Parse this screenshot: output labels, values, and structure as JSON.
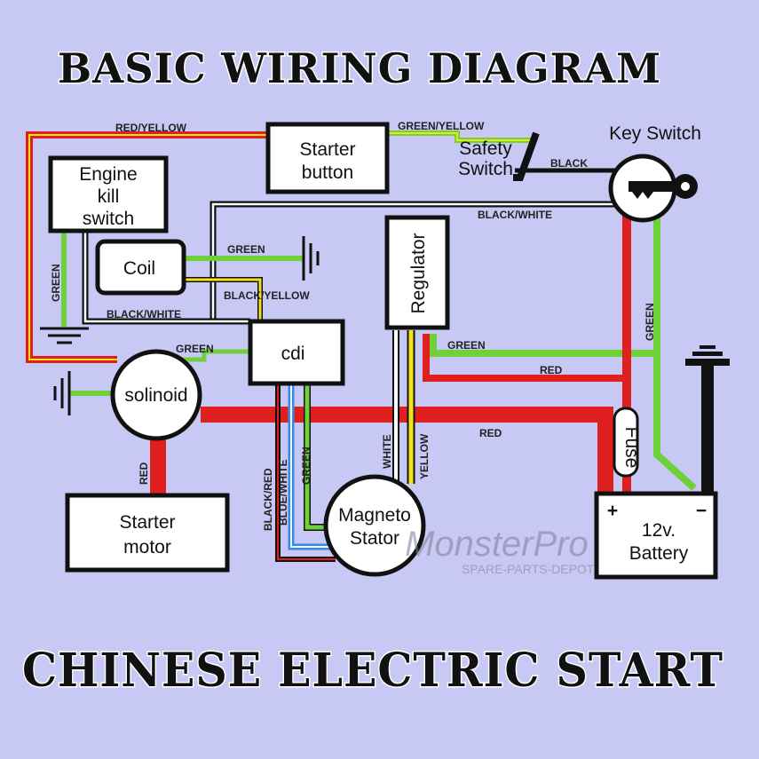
{
  "titles": {
    "top": "BASIC WIRING DIAGRAM",
    "bottom": "CHINESE ELECTRIC START"
  },
  "components": {
    "starter_button": [
      "Starter",
      "button"
    ],
    "engine_kill_switch": [
      "Engine",
      "kill",
      "switch"
    ],
    "coil": "Coil",
    "cdi": "cdi",
    "regulator": "Regulator",
    "solenoid": "solinoid",
    "starter_motor": [
      "Starter",
      "motor"
    ],
    "magneto_stator": [
      "Magneto",
      "Stator"
    ],
    "battery": [
      "12v.",
      "Battery"
    ],
    "battery_plus": "+",
    "battery_minus": "−",
    "fuse": "Fuse",
    "key_switch": "Key Switch",
    "safety_switch": [
      "Safety",
      "Switch"
    ]
  },
  "wire_labels": {
    "red_yellow": "RED/YELLOW",
    "green_yellow": "GREEN/YELLOW",
    "black": "BLACK",
    "black_white_top": "BLACK/WHITE",
    "black_white_left": "BLACK/WHITE",
    "green_coil": "GREEN",
    "black_yellow": "BLACK/YELLOW",
    "green_kill": "GREEN",
    "green_solenoid": "GREEN",
    "green_regulator": "GREEN",
    "red_regulator": "RED",
    "red_main": "RED",
    "red_starter": "RED",
    "green_key": "GREEN",
    "white": "WHITE",
    "yellow": "YELLOW",
    "black_red": "BLACK/RED",
    "blue_white": "BLUE/WHITE",
    "green_stator": "GREEN"
  },
  "watermark": {
    "brand": "MonsterPro",
    "sub": "SPARE-PARTS-DEPOT"
  },
  "colors": {
    "background": "#c8c8f4",
    "red": "#e0201e",
    "green": "#6fd13a",
    "yellow": "#f2e21a",
    "blue": "#2f8cf0",
    "black": "#111111"
  }
}
